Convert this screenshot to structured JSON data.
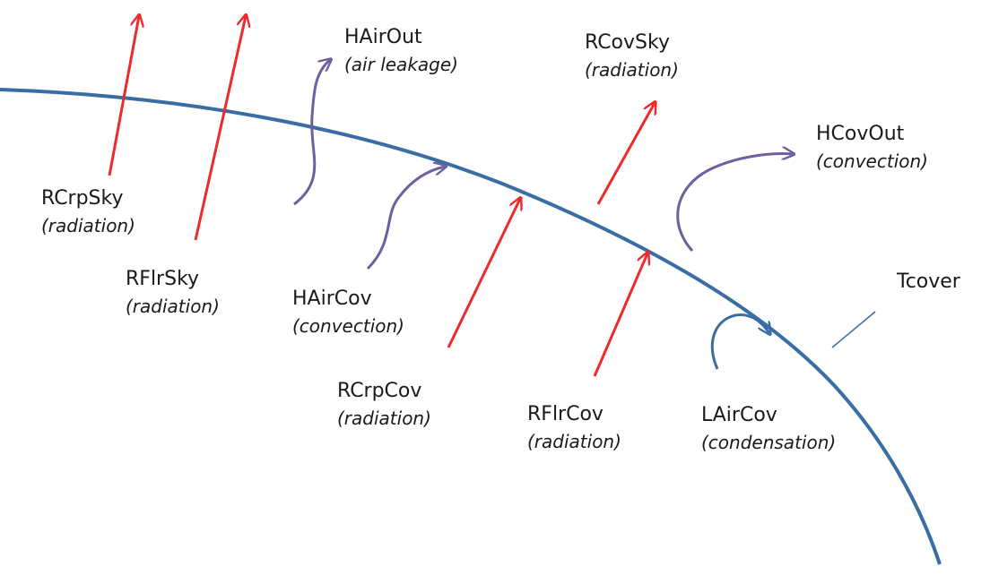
{
  "colors": {
    "radiation_arrow": "#ee2a2a",
    "convection_arrow": "#6f5fa0",
    "cover_curve": "#3a6da3",
    "condensation_arrow": "#3a6da3",
    "text": "#1a1a1a"
  },
  "labels": {
    "rcrpsky": {
      "name": "RCrpSky",
      "sub": "(radiation)"
    },
    "rflrsky": {
      "name": "RFlrSky",
      "sub": "(radiation)"
    },
    "hairout": {
      "name": "HAirOut",
      "sub": "(air leakage)"
    },
    "rcovsky": {
      "name": "RCovSky",
      "sub": "(radiation)"
    },
    "hcovout": {
      "name": "HCovOut",
      "sub": "(convection)"
    },
    "haircov": {
      "name": "HAirCov",
      "sub": "(convection)"
    },
    "rcrpcov": {
      "name": "RCrpCov",
      "sub": "(radiation)"
    },
    "rflrcov": {
      "name": "RFlrCov",
      "sub": "(radiation)"
    },
    "laircov": {
      "name": "LAirCov",
      "sub": "(condensation)"
    },
    "tcover": {
      "name": "Tcover"
    }
  }
}
